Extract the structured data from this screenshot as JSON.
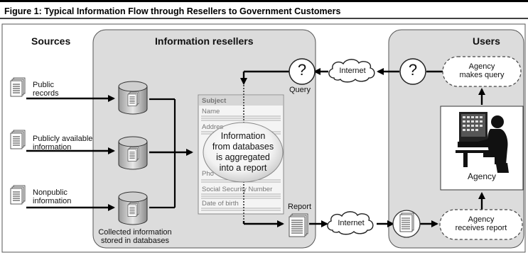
{
  "figure_title": "Figure 1: Typical Information Flow through Resellers to Government Customers",
  "panels": {
    "sources": "Sources",
    "resellers": "Information resellers",
    "users": "Users"
  },
  "sources": {
    "public_records": [
      "Public",
      "records"
    ],
    "publicly_available": [
      "Publicly available",
      "information"
    ],
    "nonpublic": [
      "Nonpublic",
      "information"
    ]
  },
  "databases_caption": [
    "Collected information",
    "stored in databases"
  ],
  "report_doc": {
    "subject": "Subject",
    "fields": [
      "Name",
      "Address",
      "Phone",
      "Social Security Number",
      "Date of birth"
    ],
    "field_fragments": {
      "address": "Addres",
      "phone": "Pho"
    }
  },
  "bubble_text": [
    "Information",
    "from databases",
    "is aggregated",
    "into a report"
  ],
  "query_label": "Query",
  "report_label": "Report",
  "question_mark": "?",
  "internet_label": "Internet",
  "agency": {
    "makes_query": [
      "Agency",
      "makes query"
    ],
    "label": "Agency",
    "receives_report": [
      "Agency",
      "receives report"
    ]
  }
}
